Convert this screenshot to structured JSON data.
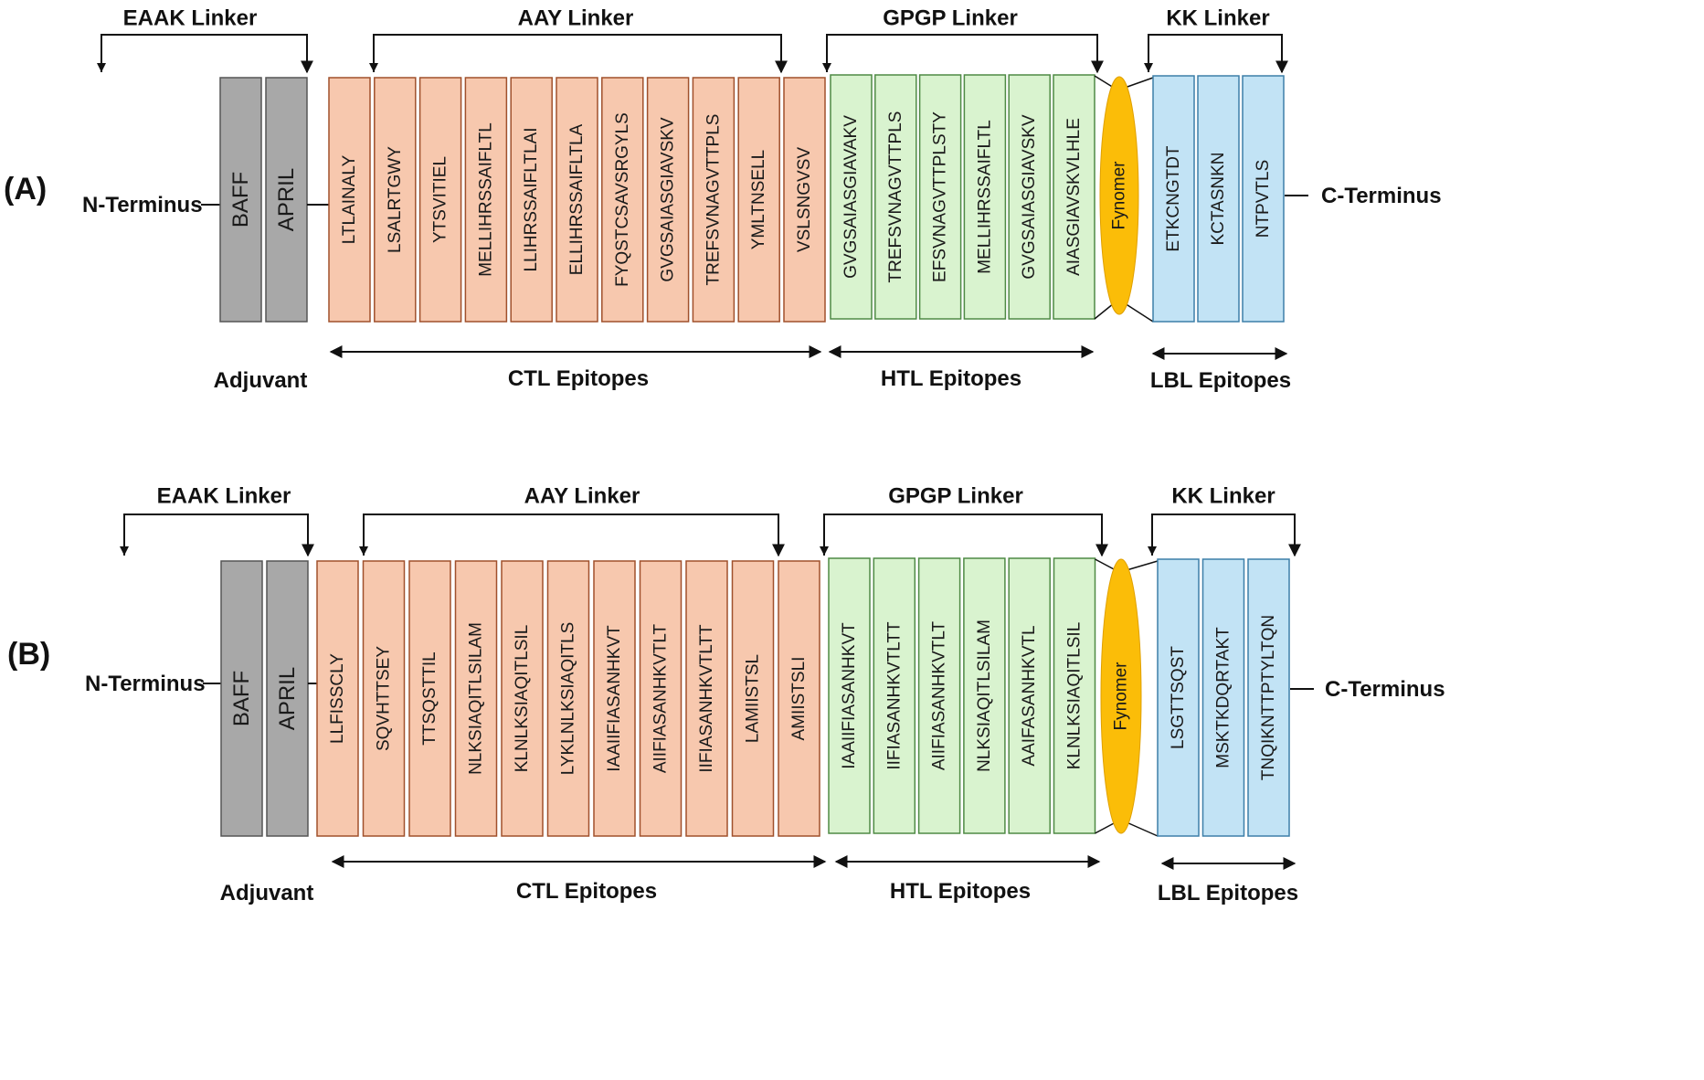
{
  "colors": {
    "adjuvant": "#a8a8a8",
    "ctl": "#f7c8ae",
    "htl": "#d9f3cf",
    "lbl": "#c2e3f5",
    "fynomer": "#fbbd08"
  },
  "panels": [
    {
      "label": "(A)",
      "n_terminus": "N-Terminus",
      "c_terminus": "C-Terminus",
      "linkers": {
        "eaak": "EAAK Linker",
        "aay": "AAY Linker",
        "gpgp": "GPGP Linker",
        "kk": "KK Linker"
      },
      "adjuvant": [
        "BAFF",
        "APRIL"
      ],
      "ctl": [
        "LTLAINALY",
        "LSALRTGWY",
        "YTSVITIEL",
        "MELLIHRSSAIFLTL",
        "LLIHRSSAIFLTLAI",
        "ELLIHRSSAIFLTLA",
        "FYQSTCSAVSRGYLS",
        "GVGSAIASGIAVSKV",
        "TREFSVNAGVTTPLS",
        "YMLTNSELL",
        "VSLSNGVSV"
      ],
      "htl": [
        "GVGSAIASGIAVAKV",
        "TREFSVNAGVTTPLS",
        "EFSVNAGVTTPLSTY",
        "MELLIHRSSAIFLTL",
        "GVGSAIASGIAVSKV",
        "AIASGIAVSKVLHLE"
      ],
      "fynomer": "Fynomer",
      "lbl": [
        "ETKCNGTDT",
        "KCTASNKN",
        "NTPVTLS"
      ],
      "groups": {
        "adjuvant": "Adjuvant",
        "ctl": "CTL Epitopes",
        "htl": "HTL Epitopes",
        "lbl": "LBL Epitopes"
      }
    },
    {
      "label": "(B)",
      "n_terminus": "N-Terminus",
      "c_terminus": "C-Terminus",
      "linkers": {
        "eaak": "EAAK Linker",
        "aay": "AAY Linker",
        "gpgp": "GPGP Linker",
        "kk": "KK Linker"
      },
      "adjuvant": [
        "BAFF",
        "APRIL"
      ],
      "ctl": [
        "LLFISSCLY",
        "SQVHTTSEY",
        "TTSQSTTIL",
        "NLKSIAQITLSILAM",
        "KLNLKSIAQITLSIL",
        "LYKLNLKSIAQITLS",
        "IAAIIFIASANHKVT",
        "AIIFIASANHKVTLT",
        "IIFIASANHKVTLTT",
        "LAMIISTSL",
        "AMIISTSLI"
      ],
      "htl": [
        "IAAIIFIASANHKVT",
        "IIFIASANHKVTLTT",
        "AIIFIASANHKVTLT",
        "NLKSIAQITLSILAM",
        "AAIFASANHKVTL",
        "KLNLKSIAQITLSIL"
      ],
      "fynomer": "Fynomer",
      "lbl": [
        "LSGTTSQST",
        "MSKTKDQRTAKT",
        "TNQIKNTTPTYLTQN"
      ],
      "groups": {
        "adjuvant": "Adjuvant",
        "ctl": "CTL Epitopes",
        "htl": "HTL Epitopes",
        "lbl": "LBL Epitopes"
      }
    }
  ]
}
